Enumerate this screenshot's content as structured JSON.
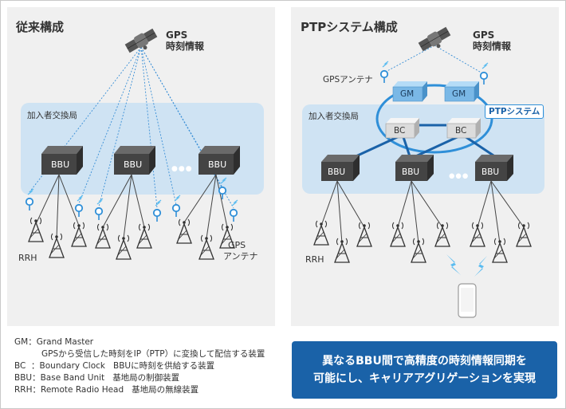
{
  "left_panel": {
    "title": "従来構成",
    "satellite_label_line1": "GPS",
    "satellite_label_line2": "時刻情報",
    "office_label": "加入者交換局",
    "bbu_label": "BBU",
    "ellipsis": "●●●",
    "rrh_label": "RRH",
    "gps_antenna_line1": "GPS",
    "gps_antenna_line2": "アンテナ"
  },
  "right_panel": {
    "title": "PTPシステム構成",
    "satellite_label_line1": "GPS",
    "satellite_label_line2": "時刻情報",
    "gps_antenna_label": "GPSアンテナ",
    "gm_label": "GM",
    "bc_label": "BC",
    "ptp_badge": "PTPシステム",
    "office_label": "加入者交換局",
    "bbu_label": "BBU",
    "ellipsis": "●●●",
    "rrh_label": "RRH"
  },
  "legend": [
    {
      "abbr": "GM",
      "name": "Grand Master",
      "desc": "GPSから受信した時刻をIP（PTP）に変換して配信する装置"
    },
    {
      "abbr": "BC",
      "name": "Boundary Clock",
      "desc": "BBUに時刻を供給する装置"
    },
    {
      "abbr": "BBU",
      "name": "Base Band Unit",
      "desc": "基地局の制御装置"
    },
    {
      "abbr": "RRH",
      "name": "Remote Radio Head",
      "desc": "基地局の無線装置"
    }
  ],
  "result": {
    "line1": "異なるBBU間で高精度の時刻情報同期を",
    "line2": "可能にし、キャリアアグリゲーションを実現"
  },
  "colors": {
    "panel_bg": "#f0f0f0",
    "office_box": "#cfe3f3",
    "device_dark": "#4a4a4a",
    "device_blue": "#7ab8e6",
    "link_blue": "#1a62a8",
    "result_bg": "#1a62a8"
  },
  "icons": [
    "satellite-icon",
    "gps-antenna-icon",
    "bbu-device-icon",
    "rrh-tower-icon",
    "grand-master-icon",
    "boundary-clock-icon",
    "smartphone-icon"
  ]
}
